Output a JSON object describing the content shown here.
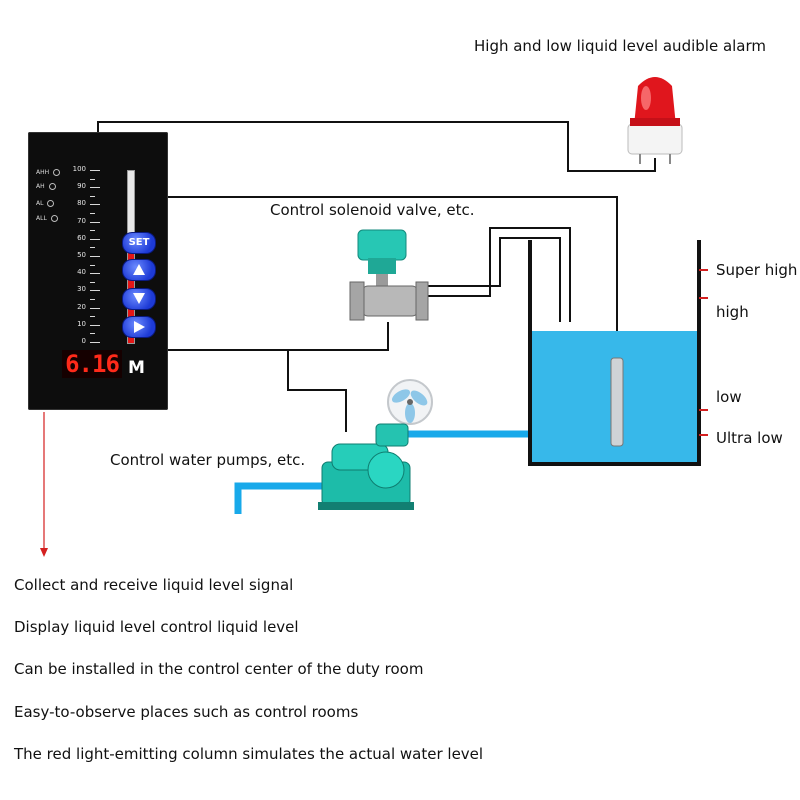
{
  "alarm": {
    "label": "High and low liquid level audible alarm"
  },
  "valve": {
    "label": "Control solenoid valve, etc."
  },
  "pump": {
    "label": "Control water pumps, etc."
  },
  "tank": {
    "levels": [
      "Super high",
      "high",
      "low",
      "Ultra low"
    ]
  },
  "controller": {
    "alarm_indicators": [
      "AHH",
      "AH",
      "AL",
      "ALL"
    ],
    "scale_ticks": [
      "100",
      "90",
      "80",
      "70",
      "60",
      "50",
      "40",
      "30",
      "20",
      "10",
      "0"
    ],
    "set_button_label": "SET",
    "display_value": "6.16",
    "display_unit": "M",
    "bar_level_fraction": 0.62
  },
  "descriptions": [
    "Collect and receive liquid level signal",
    "Display liquid level control liquid level",
    "Can be installed in the control center of the duty room",
    "Easy-to-observe places such as control rooms",
    "The red light-emitting column simulates the actual water level"
  ],
  "colors": {
    "water": "#37b8ea",
    "pipe": "#18a9ea",
    "bar_fill": "#e31616",
    "display_digits": "#ff2a1a",
    "pointer_arrow": "#d42020",
    "equipment": "#27c7b4"
  }
}
